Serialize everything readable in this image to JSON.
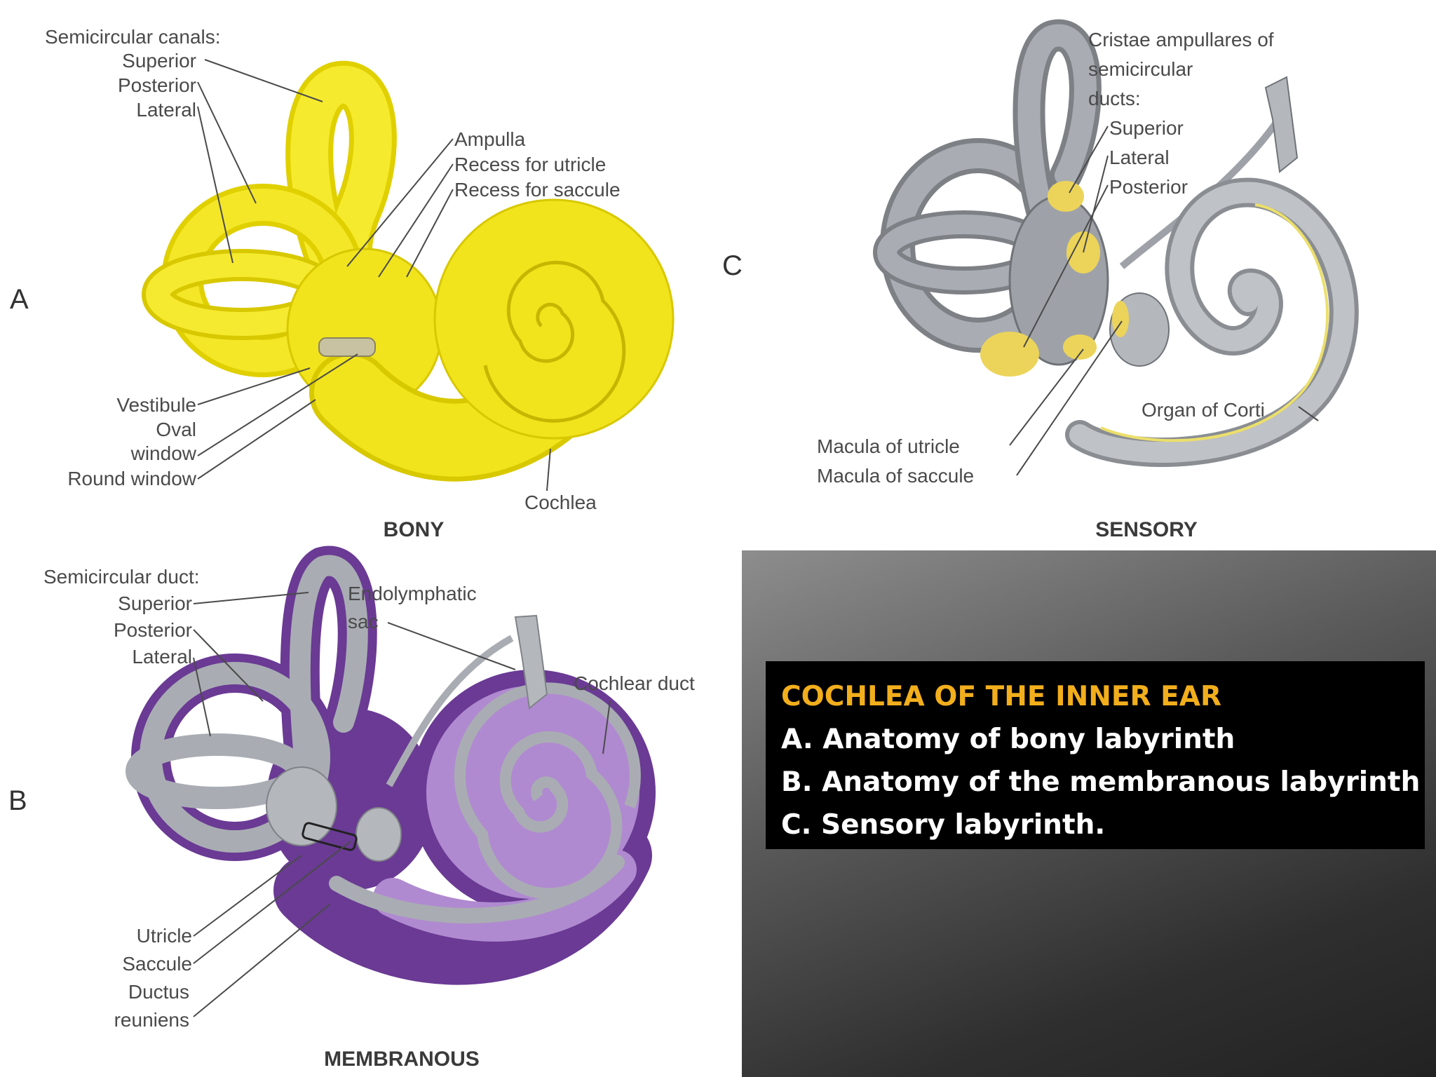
{
  "panel_a": {
    "letter": "A",
    "caption": "BONY",
    "labels": {
      "semicircular_canals": "Semicircular canals:",
      "superior": "Superior",
      "posterior": "Posterior",
      "lateral": "Lateral",
      "ampulla": "Ampulla",
      "recess_utricle": "Recess for utricle",
      "recess_saccule": "Recess for saccule",
      "vestibule": "Vestibule",
      "oval": "Oval",
      "window": "window",
      "round_window": "Round window",
      "cochlea": "Cochlea"
    }
  },
  "panel_b": {
    "letter": "B",
    "caption": "MEMBRANOUS",
    "labels": {
      "semicircular_duct": "Semicircular duct:",
      "superior": "Superior",
      "posterior": "Posterior",
      "lateral": "Lateral",
      "endolymphatic": "Endolymphatic",
      "sac": "sac",
      "cochlear_duct": "Cochlear duct",
      "utricle": "Utricle",
      "saccule": "Saccule",
      "ductus": "Ductus",
      "reuniens": "reuniens"
    }
  },
  "panel_c": {
    "letter": "C",
    "caption": "SENSORY",
    "labels": {
      "cristae_1": "Cristae ampullares of",
      "cristae_2": "semicircular",
      "cristae_3": "ducts:",
      "superior": "Superior",
      "lateral": "Lateral",
      "posterior": "Posterior",
      "organ_of_corti": "Organ of Corti",
      "macula_utricle": "Macula of utricle",
      "macula_saccule": "Macula of saccule"
    }
  },
  "info": {
    "title": "COCHLEA OF THE INNER EAR",
    "line_a": "A. Anatomy of bony labyrinth",
    "line_b": "B. Anatomy of the membranous labyrinth",
    "line_c": "C. Sensory labyrinth."
  },
  "colors": {
    "bony_fill": "#f1e41c",
    "membranous_purple": "#6a3a94",
    "membranous_light": "#b08ad0",
    "duct_gray": "#a9adb3",
    "sensory_yellow": "#ecd45a",
    "title_orange": "#f2ae1c"
  }
}
